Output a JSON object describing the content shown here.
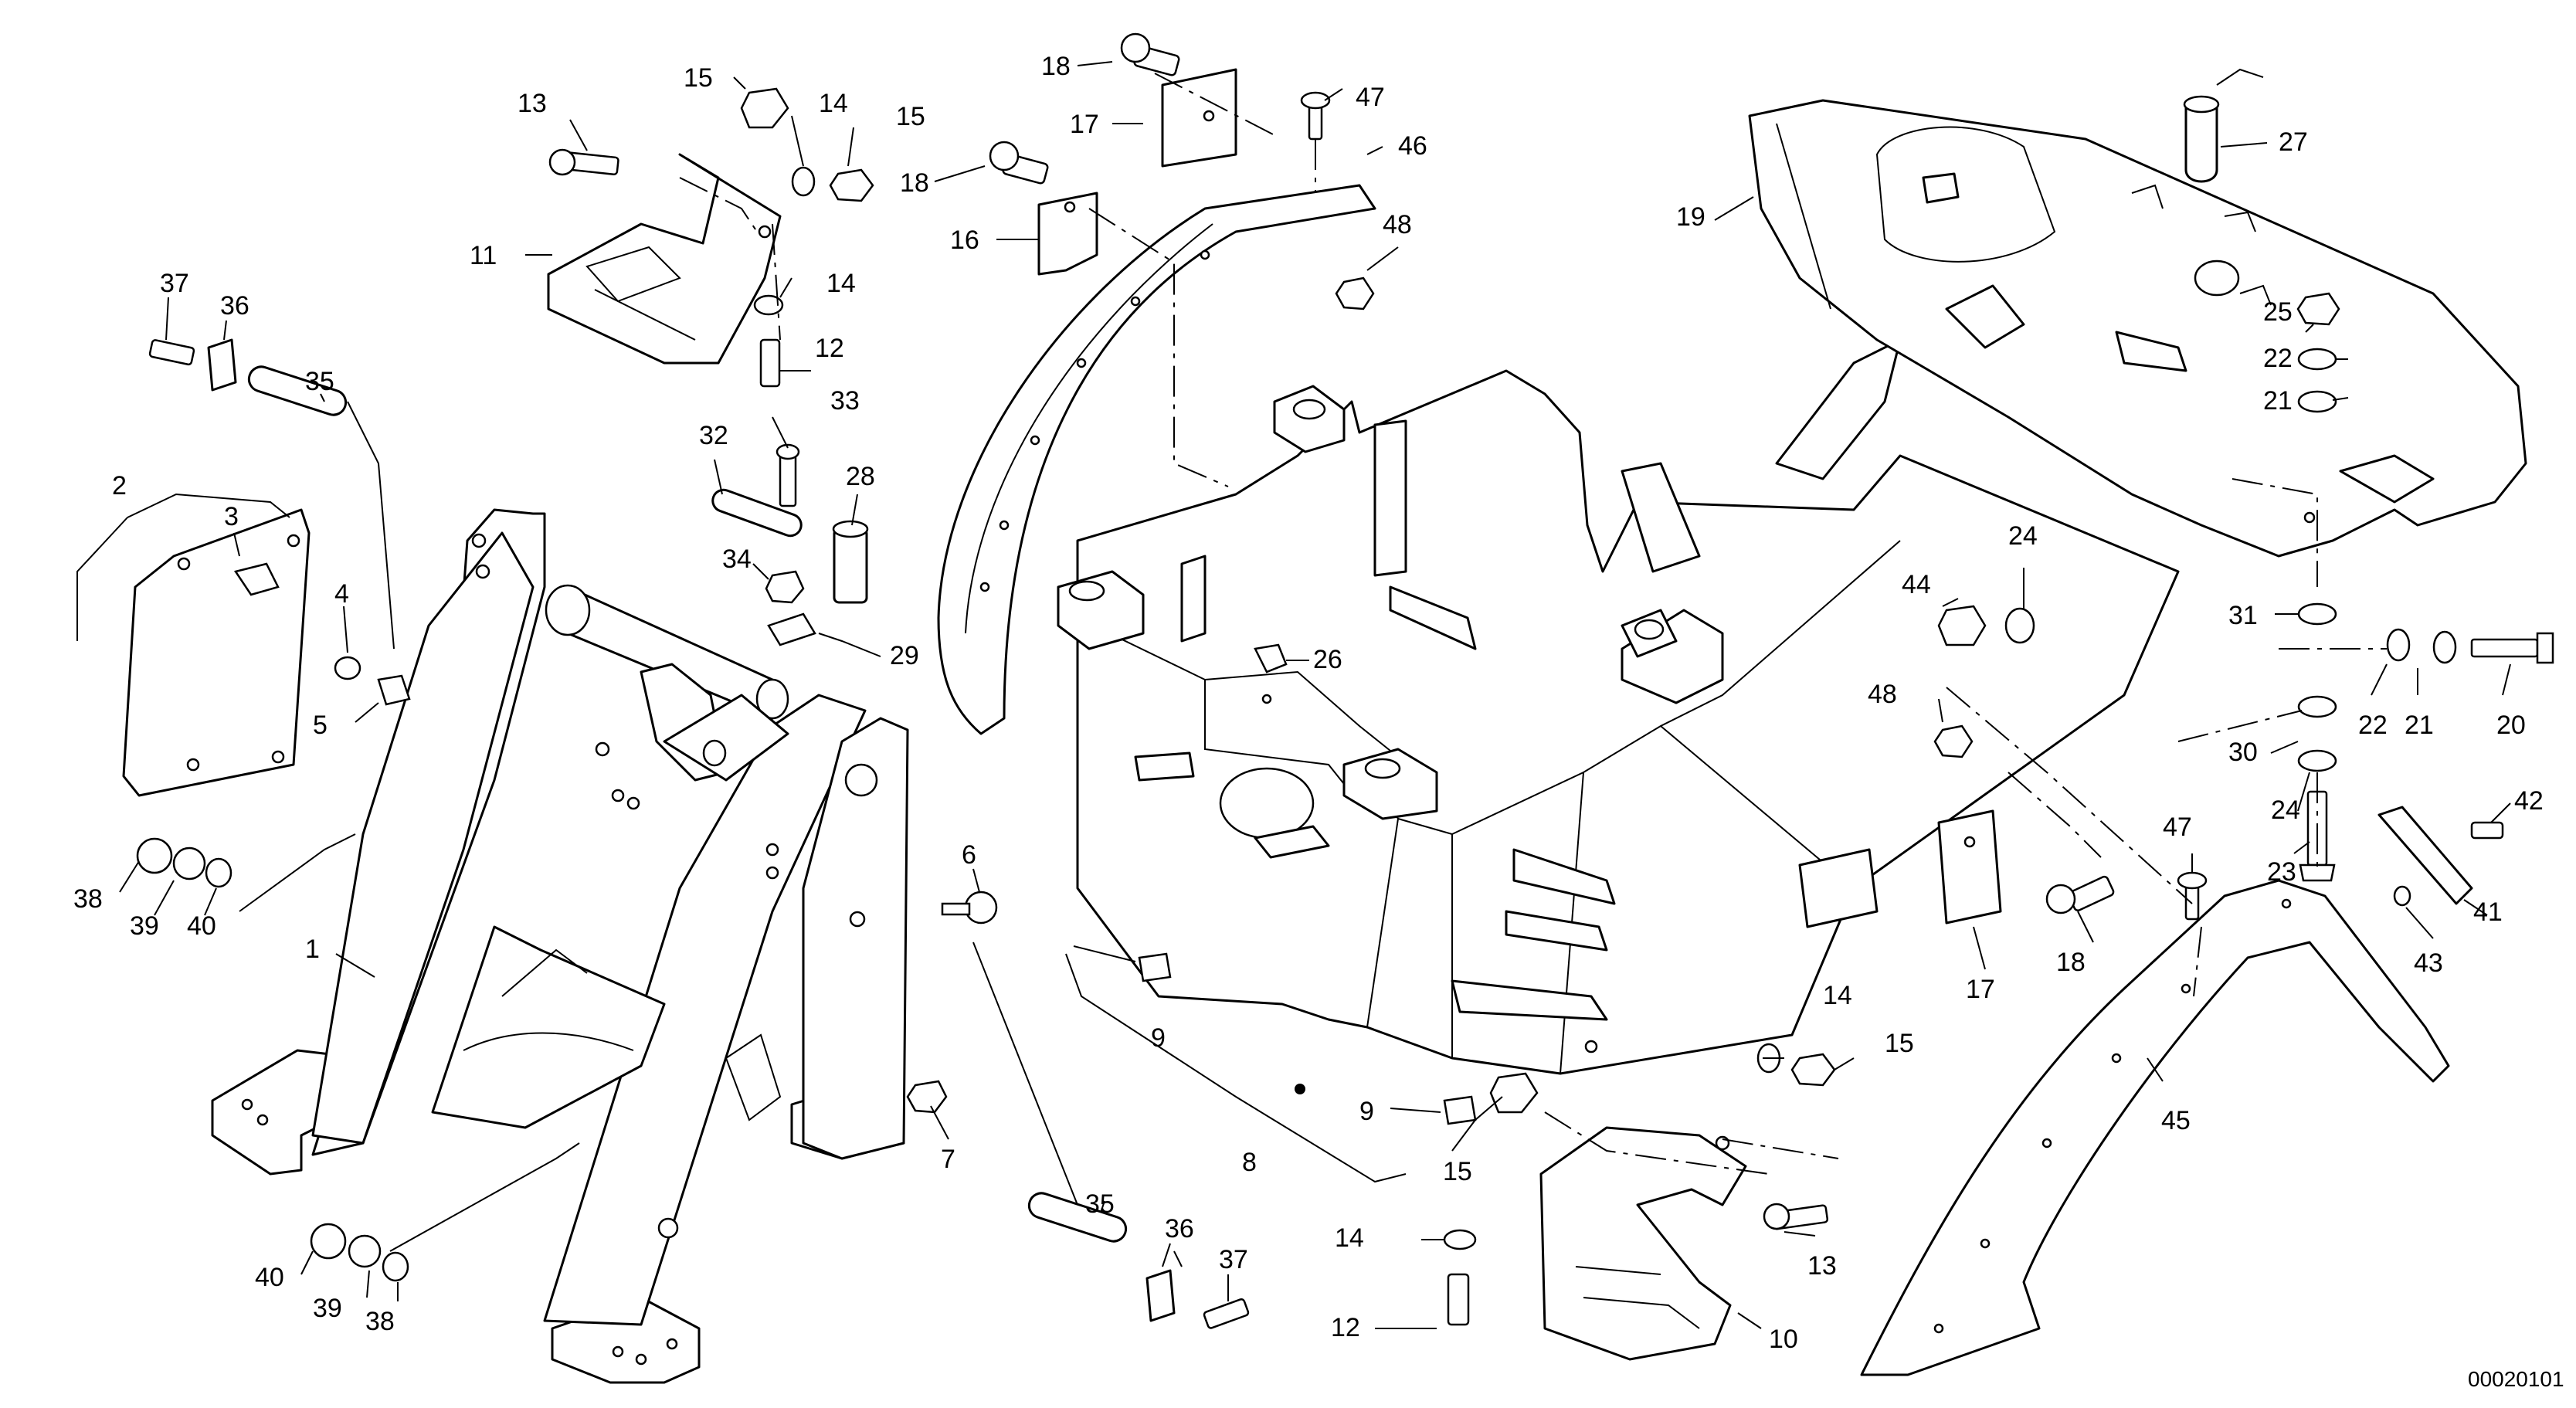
{
  "drawing_ref": "00020101",
  "callouts": [
    {
      "id": "c1",
      "text": "1"
    },
    {
      "id": "c2",
      "text": "2"
    },
    {
      "id": "c3",
      "text": "3"
    },
    {
      "id": "c4",
      "text": "4"
    },
    {
      "id": "c5",
      "text": "5"
    },
    {
      "id": "c6",
      "text": "6"
    },
    {
      "id": "c7",
      "text": "7"
    },
    {
      "id": "c8",
      "text": "8"
    },
    {
      "id": "c9a",
      "text": "9"
    },
    {
      "id": "c9b",
      "text": "9"
    },
    {
      "id": "c10",
      "text": "10"
    },
    {
      "id": "c11",
      "text": "11"
    },
    {
      "id": "c12a",
      "text": "12"
    },
    {
      "id": "c12b",
      "text": "12"
    },
    {
      "id": "c13a",
      "text": "13"
    },
    {
      "id": "c13b",
      "text": "13"
    },
    {
      "id": "c14a",
      "text": "14"
    },
    {
      "id": "c14b",
      "text": "14"
    },
    {
      "id": "c14c",
      "text": "14"
    },
    {
      "id": "c14d",
      "text": "14"
    },
    {
      "id": "c15a",
      "text": "15"
    },
    {
      "id": "c15b",
      "text": "15"
    },
    {
      "id": "c15c",
      "text": "15"
    },
    {
      "id": "c15d",
      "text": "15"
    },
    {
      "id": "c16",
      "text": "16"
    },
    {
      "id": "c17a",
      "text": "17"
    },
    {
      "id": "c17b",
      "text": "17"
    },
    {
      "id": "c18a",
      "text": "18"
    },
    {
      "id": "c18b",
      "text": "18"
    },
    {
      "id": "c18c",
      "text": "18"
    },
    {
      "id": "c19",
      "text": "19"
    },
    {
      "id": "c20",
      "text": "20"
    },
    {
      "id": "c21a",
      "text": "21"
    },
    {
      "id": "c21b",
      "text": "21"
    },
    {
      "id": "c22a",
      "text": "22"
    },
    {
      "id": "c22b",
      "text": "22"
    },
    {
      "id": "c23",
      "text": "23"
    },
    {
      "id": "c24a",
      "text": "24"
    },
    {
      "id": "c24b",
      "text": "24"
    },
    {
      "id": "c25",
      "text": "25"
    },
    {
      "id": "c26",
      "text": "26"
    },
    {
      "id": "c27",
      "text": "27"
    },
    {
      "id": "c28",
      "text": "28"
    },
    {
      "id": "c29",
      "text": "29"
    },
    {
      "id": "c30",
      "text": "30"
    },
    {
      "id": "c31",
      "text": "31"
    },
    {
      "id": "c32",
      "text": "32"
    },
    {
      "id": "c33",
      "text": "33"
    },
    {
      "id": "c34",
      "text": "34"
    },
    {
      "id": "c35a",
      "text": "35"
    },
    {
      "id": "c35b",
      "text": "35"
    },
    {
      "id": "c36a",
      "text": "36"
    },
    {
      "id": "c36b",
      "text": "36"
    },
    {
      "id": "c37a",
      "text": "37"
    },
    {
      "id": "c37b",
      "text": "37"
    },
    {
      "id": "c38a",
      "text": "38"
    },
    {
      "id": "c38b",
      "text": "38"
    },
    {
      "id": "c39a",
      "text": "39"
    },
    {
      "id": "c39b",
      "text": "39"
    },
    {
      "id": "c40a",
      "text": "40"
    },
    {
      "id": "c40b",
      "text": "40"
    },
    {
      "id": "c41",
      "text": "41"
    },
    {
      "id": "c42",
      "text": "42"
    },
    {
      "id": "c43",
      "text": "43"
    },
    {
      "id": "c44",
      "text": "44"
    },
    {
      "id": "c45",
      "text": "45"
    },
    {
      "id": "c46",
      "text": "46"
    },
    {
      "id": "c47a",
      "text": "47"
    },
    {
      "id": "c47b",
      "text": "47"
    },
    {
      "id": "c48a",
      "text": "48"
    },
    {
      "id": "c48b",
      "text": "48"
    }
  ]
}
